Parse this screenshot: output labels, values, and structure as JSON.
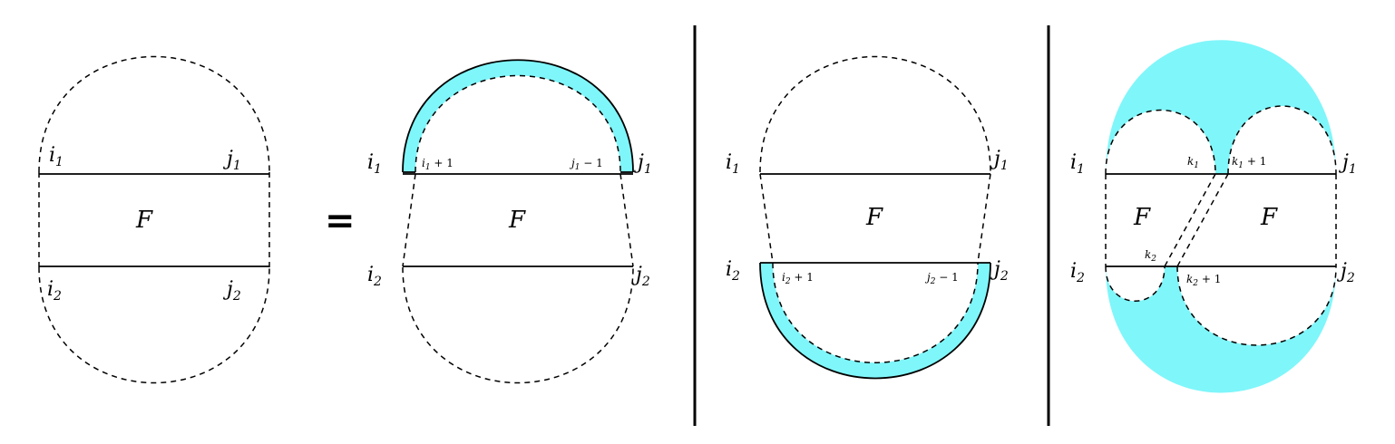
{
  "panel1": {
    "i1": "i",
    "i1_sub": "1",
    "j1": "j",
    "j1_sub": "1",
    "i2": "i",
    "i2_sub": "2",
    "j2": "j",
    "j2_sub": "2",
    "F": "F"
  },
  "equals": "=",
  "panel2": {
    "i1": "i",
    "i1_sub": "1",
    "j1": "j",
    "j1_sub": "1",
    "i2": "i",
    "i2_sub": "2",
    "j2": "j",
    "j2_sub": "2",
    "i1p1": "i",
    "i1p1_sub": "1",
    "i1p1_tail": " + 1",
    "j1m1": "j",
    "j1m1_sub": "1",
    "j1m1_tail": " − 1",
    "F": "F"
  },
  "panel3": {
    "i1": "i",
    "i1_sub": "1",
    "j1": "j",
    "j1_sub": "1",
    "i2": "i",
    "i2_sub": "2",
    "j2": "j",
    "j2_sub": "2",
    "i2p1": "i",
    "i2p1_sub": "2",
    "i2p1_tail": " + 1",
    "j2m1": "j",
    "j2m1_sub": "2",
    "j2m1_tail": " − 1",
    "F": "F"
  },
  "panel4": {
    "i1": "i",
    "i1_sub": "1",
    "j1": "j",
    "j1_sub": "1",
    "i2": "i",
    "i2_sub": "2",
    "j2": "j",
    "j2_sub": "2",
    "k1": "k",
    "k1_sub": "1",
    "k1p1": "k",
    "k1p1_sub": "1",
    "k1p1_tail": " + 1",
    "k2": "k",
    "k2_sub": "2",
    "k2p1": "k",
    "k2p1_sub": "2",
    "k2p1_tail": " + 1",
    "F_left": "F",
    "F_right": "F"
  },
  "colors": {
    "highlight": "#7ff6fa",
    "stroke": "#000000"
  }
}
